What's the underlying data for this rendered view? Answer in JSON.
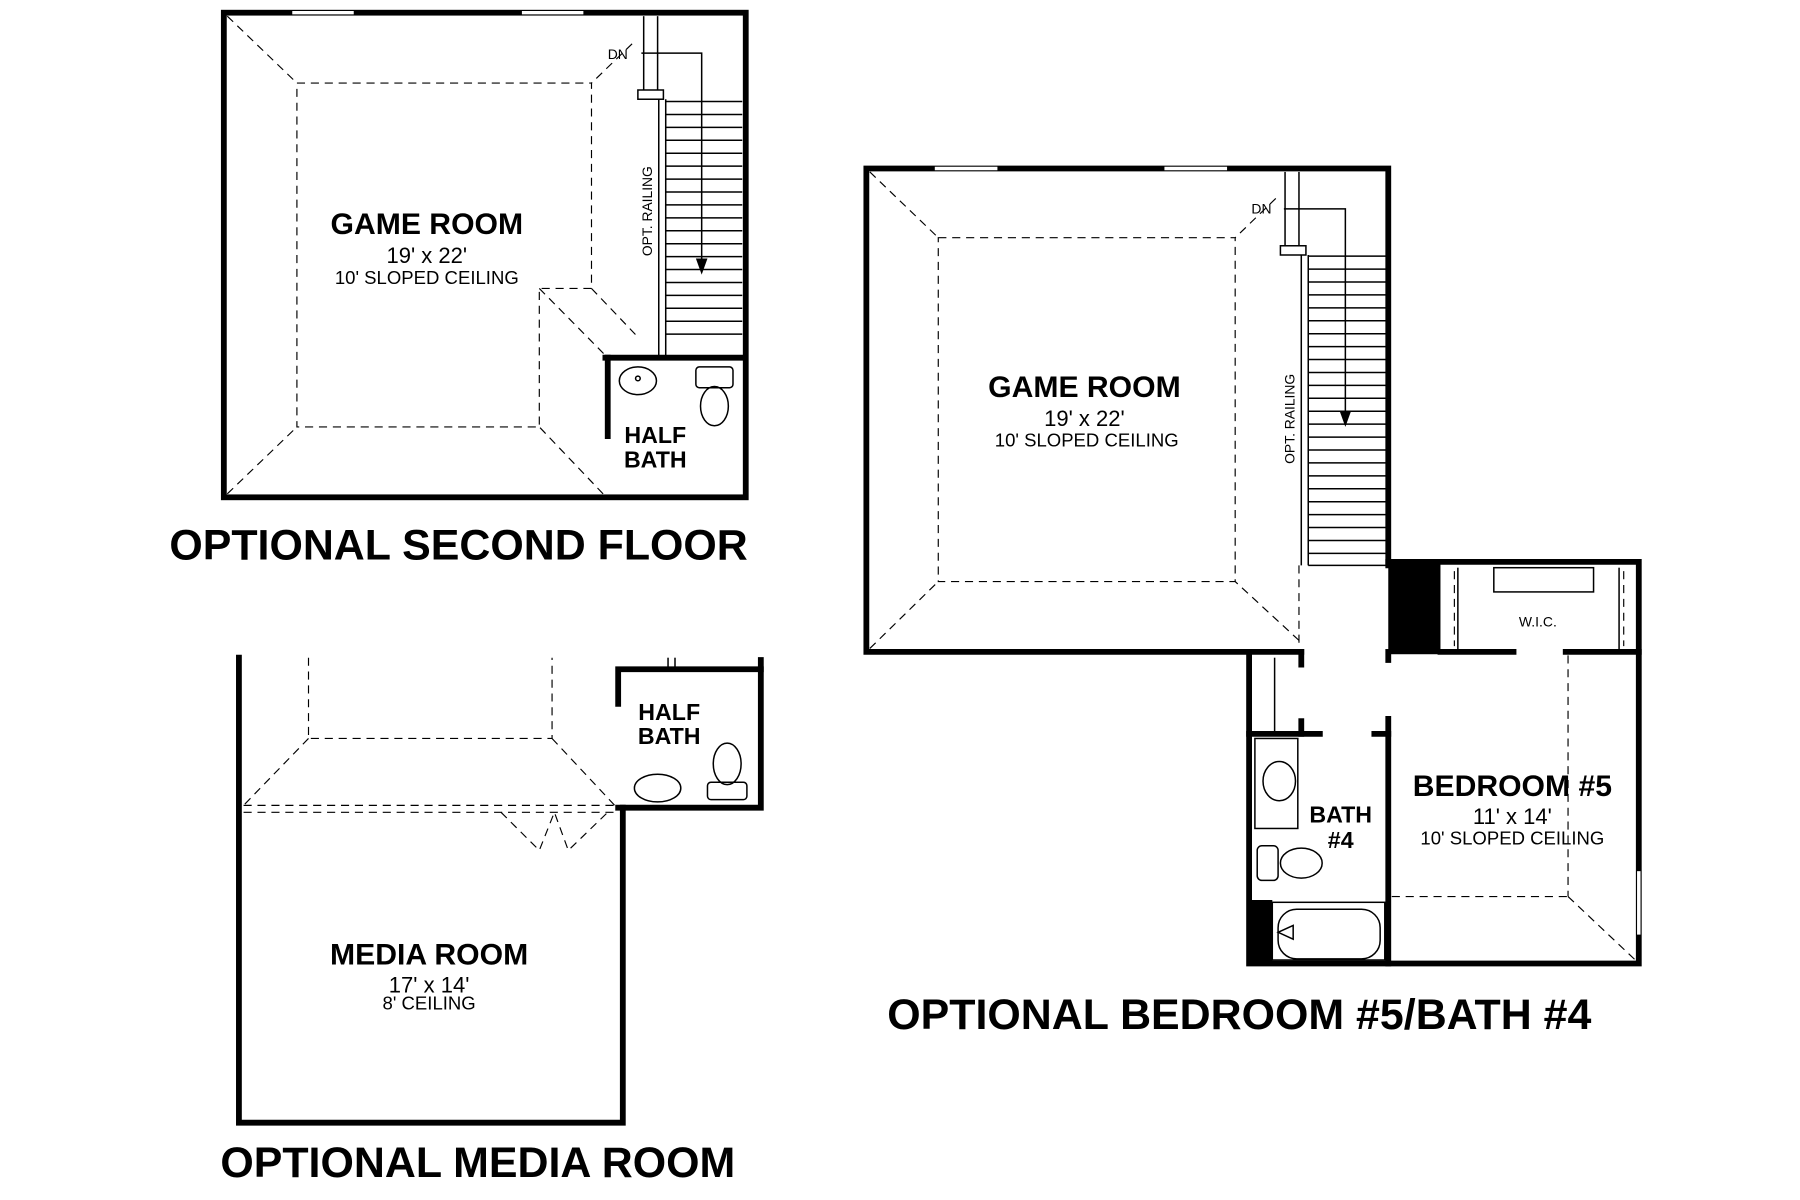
{
  "plans": {
    "second_floor": {
      "title": "OPTIONAL SECOND FLOOR",
      "game_room": {
        "name": "GAME ROOM",
        "size": "19' x 22'",
        "ceiling": "10' SLOPED CEILING"
      },
      "half_bath": {
        "line1": "HALF",
        "line2": "BATH"
      },
      "stair_label": "DN",
      "railing_label": "OPT. RAILING"
    },
    "media_room": {
      "title": "OPTIONAL MEDIA ROOM",
      "media_room": {
        "name": "MEDIA ROOM",
        "size": "17' x 14'",
        "ceiling": "8' CEILING"
      },
      "half_bath": {
        "line1": "HALF",
        "line2": "BATH"
      }
    },
    "bedroom5_bath4": {
      "title": "OPTIONAL BEDROOM #5/BATH #4",
      "game_room": {
        "name": "GAME ROOM",
        "size": "19' x 22'",
        "ceiling": "10' SLOPED CEILING"
      },
      "bedroom": {
        "name": "BEDROOM #5",
        "size": "11' x 14'",
        "ceiling": "10' SLOPED CEILING"
      },
      "bath": {
        "line1": "BATH",
        "line2": "#4"
      },
      "wic": "W.I.C.",
      "stair_label": "DN",
      "railing_label": "OPT. RAILING"
    }
  }
}
